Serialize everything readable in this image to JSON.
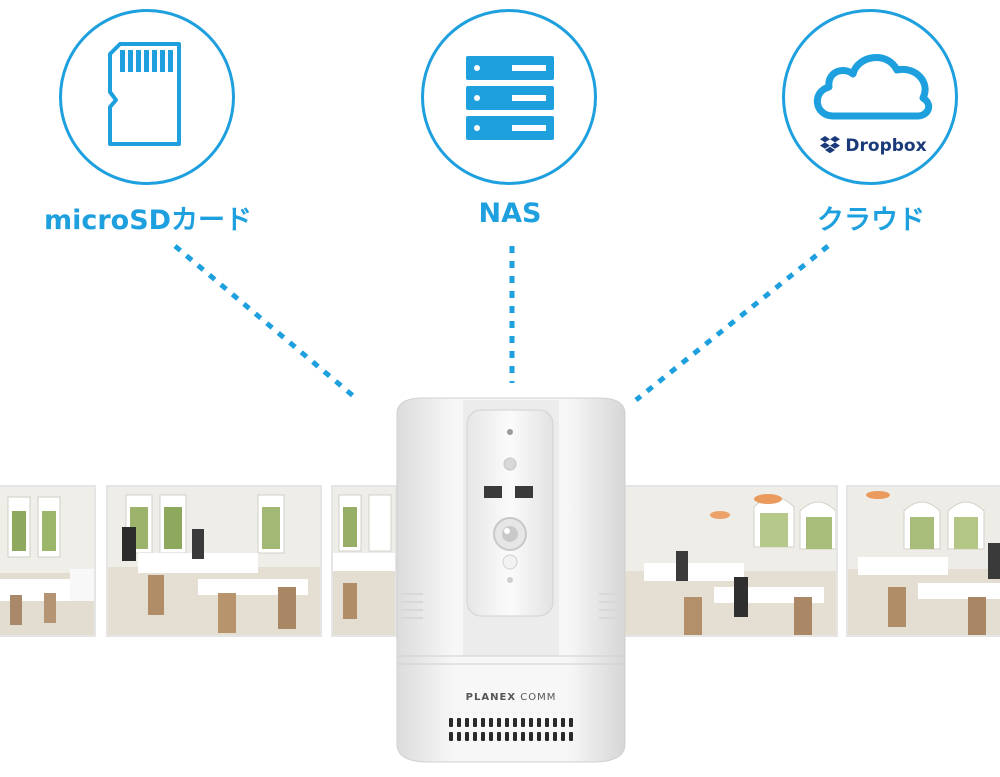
{
  "storage_options": [
    {
      "label": "microSDカード",
      "icon": "microsd-card-icon"
    },
    {
      "label": "NAS",
      "icon": "nas-server-icon"
    },
    {
      "label": "クラウド",
      "icon": "cloud-icon",
      "service_label": "Dropbox",
      "service_icon": "dropbox-logo-icon"
    }
  ],
  "camera": {
    "brand_main": "PLANEX",
    "brand_sub": "COMM"
  },
  "colors": {
    "accent": "#1ea0df",
    "camera_body": "#f5f5f5"
  }
}
